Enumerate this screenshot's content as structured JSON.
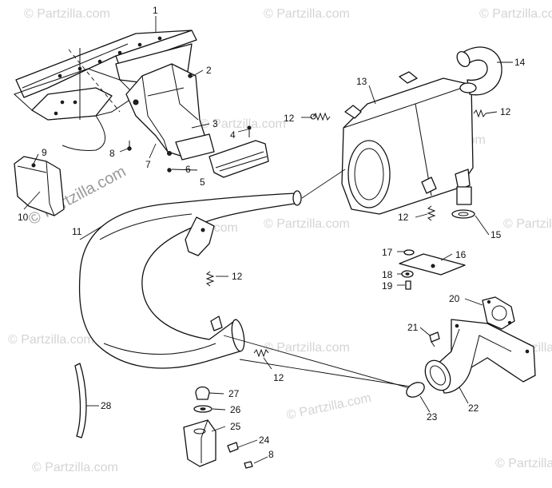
{
  "watermark": {
    "text": "© Partzilla.com",
    "count": 12
  },
  "callouts": [
    {
      "id": "c1",
      "label": "1"
    },
    {
      "id": "c2",
      "label": "2"
    },
    {
      "id": "c3",
      "label": "3"
    },
    {
      "id": "c4",
      "label": "4"
    },
    {
      "id": "c5",
      "label": "5"
    },
    {
      "id": "c6",
      "label": "6"
    },
    {
      "id": "c7",
      "label": "7"
    },
    {
      "id": "c8a",
      "label": "8"
    },
    {
      "id": "c9",
      "label": "9"
    },
    {
      "id": "c10",
      "label": "10"
    },
    {
      "id": "c11",
      "label": "11"
    },
    {
      "id": "c12a",
      "label": "12"
    },
    {
      "id": "c12b",
      "label": "12"
    },
    {
      "id": "c12c",
      "label": "12"
    },
    {
      "id": "c12d",
      "label": "12"
    },
    {
      "id": "c12e",
      "label": "12"
    },
    {
      "id": "c13",
      "label": "13"
    },
    {
      "id": "c14",
      "label": "14"
    },
    {
      "id": "c15",
      "label": "15"
    },
    {
      "id": "c16",
      "label": "16"
    },
    {
      "id": "c17",
      "label": "17"
    },
    {
      "id": "c18",
      "label": "18"
    },
    {
      "id": "c19",
      "label": "19"
    },
    {
      "id": "c20",
      "label": "20"
    },
    {
      "id": "c21",
      "label": "21"
    },
    {
      "id": "c22",
      "label": "22"
    },
    {
      "id": "c23",
      "label": "23"
    },
    {
      "id": "c24",
      "label": "24"
    },
    {
      "id": "c25",
      "label": "25"
    },
    {
      "id": "c26",
      "label": "26"
    },
    {
      "id": "c27",
      "label": "27"
    },
    {
      "id": "c28",
      "label": "28"
    },
    {
      "id": "c8b",
      "label": "8"
    }
  ]
}
